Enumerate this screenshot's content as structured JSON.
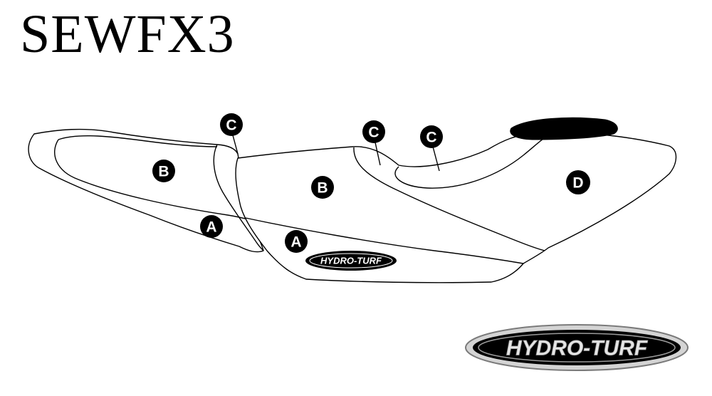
{
  "title": "SEWFX3",
  "zones": {
    "front_seat_panel": "B",
    "rear_seat_panel": "B",
    "front_side_panel": "A",
    "rear_side_panel": "A",
    "divider_front": "C",
    "divider_middle": "C",
    "divider_rear": "C",
    "tail_panel": "D"
  },
  "seat_logo": "HYDRO-TURF",
  "brand_logo": "HYDRO-TURF",
  "colors": {
    "ink": "#000000",
    "background": "#ffffff",
    "logo_silver": "#c8c8c8"
  }
}
